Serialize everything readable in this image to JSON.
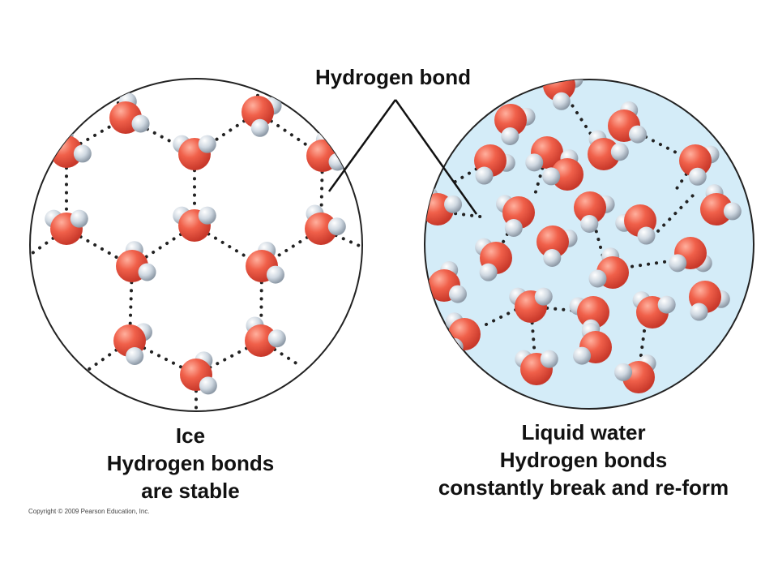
{
  "label_hydrogen_bond": "Hydrogen bond",
  "ice": {
    "line1": "Ice",
    "line2": "Hydrogen bonds",
    "line3": "are stable"
  },
  "liquid": {
    "line1": "Liquid water",
    "line2": "Hydrogen bonds",
    "line3": "constantly break and re-form"
  },
  "copyright": "Copyright © 2009 Pearson Education, Inc.",
  "colors": {
    "oxygen": "#ef5a44",
    "hydrogen": "#c8d2dc",
    "liquid_fill": "#d4ecf8",
    "bond": "#222222"
  }
}
